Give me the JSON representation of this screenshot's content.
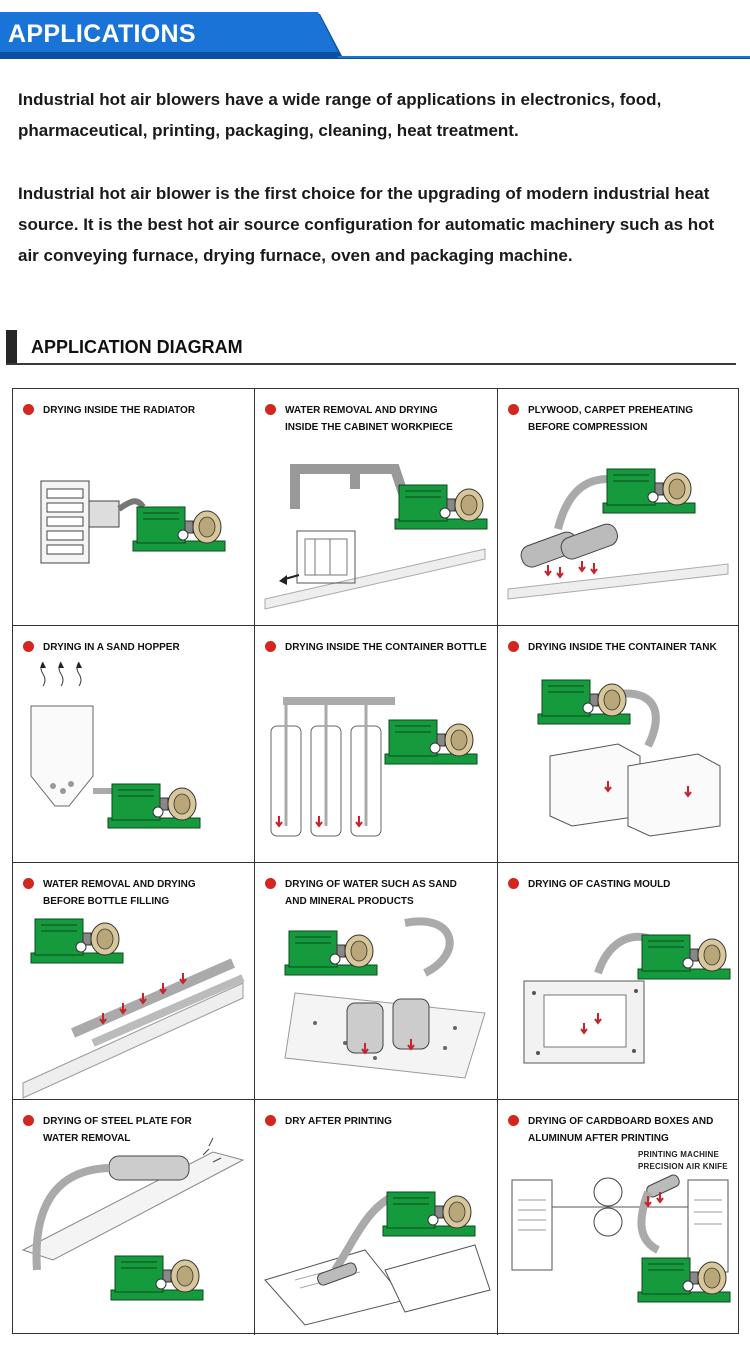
{
  "header": {
    "title": "APPLICATIONS"
  },
  "intro": {
    "p1": "Industrial hot air blowers have a wide range of applications in electronics, food, pharmaceutical, printing, packaging, cleaning, heat treatment.",
    "p2": "Industrial hot air blower is the first choice for the upgrading of modern industrial heat source. It is the best hot air source configuration for automatic machinery such as hot air conveying furnace, drying furnace, oven and packaging machine."
  },
  "section": {
    "title": "APPLICATION DIAGRAM"
  },
  "cells": [
    {
      "label": "DRYING INSIDE THE RADIATOR"
    },
    {
      "label": "WATER REMOVAL AND DRYING INSIDE THE CABINET WORKPIECE"
    },
    {
      "label": "PLYWOOD, CARPET PREHEATING BEFORE COMPRESSION"
    },
    {
      "label": "DRYING IN A SAND HOPPER"
    },
    {
      "label": "DRYING INSIDE THE CONTAINER BOTTLE"
    },
    {
      "label": "DRYING INSIDE THE CONTAINER TANK"
    },
    {
      "label": "WATER REMOVAL AND DRYING BEFORE BOTTLE FILLING"
    },
    {
      "label": "DRYING OF WATER SUCH AS SAND AND MINERAL PRODUCTS"
    },
    {
      "label": "DRYING OF CASTING MOULD"
    },
    {
      "label": "DRYING OF STEEL PLATE FOR WATER REMOVAL"
    },
    {
      "label": "DRY AFTER PRINTING"
    },
    {
      "label": "DRYING OF CARDBOARD BOXES AND ALUMINUM AFTER PRINTING"
    }
  ],
  "extra_labels": {
    "printing_machine": "PRINTING MACHINE",
    "air_knife": "PRECISION AIR KNIFE"
  },
  "colors": {
    "banner_blue": "#1a73d6",
    "banner_shadow": "#0f4fa0",
    "machine_green": "#169a3e",
    "dot_red": "#d3261f",
    "arrow_red": "#c8222a"
  }
}
